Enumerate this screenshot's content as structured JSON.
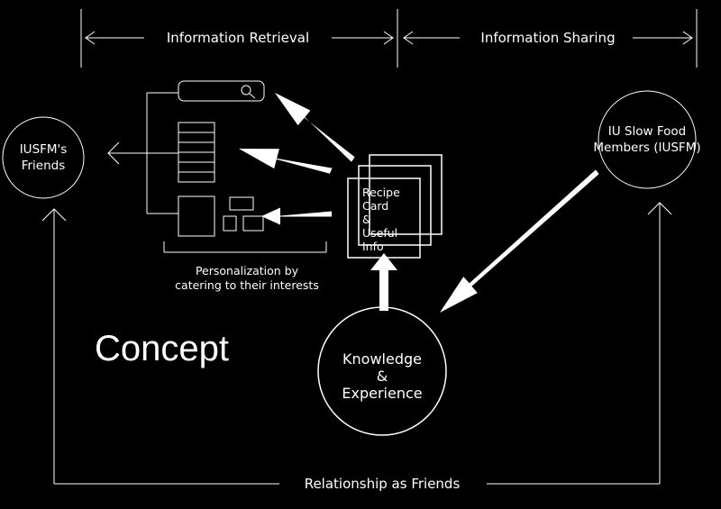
{
  "headers": {
    "info_retrieval": "Information Retrieval",
    "info_sharing": "Information Sharing"
  },
  "nodes": {
    "friends": [
      "IUSFM's",
      "Friends"
    ],
    "members": [
      "IU Slow Food",
      "Members (IUSFM)"
    ],
    "knowledge": [
      "Knowledge",
      "&",
      "Experience"
    ],
    "recipe_card": [
      "Recipe",
      "Card",
      "&",
      "Useful",
      "Info"
    ]
  },
  "captions": {
    "personalization": [
      "Personalization by",
      "catering to their interests"
    ],
    "relationship": "Relationship as Friends",
    "concept": "Concept"
  }
}
